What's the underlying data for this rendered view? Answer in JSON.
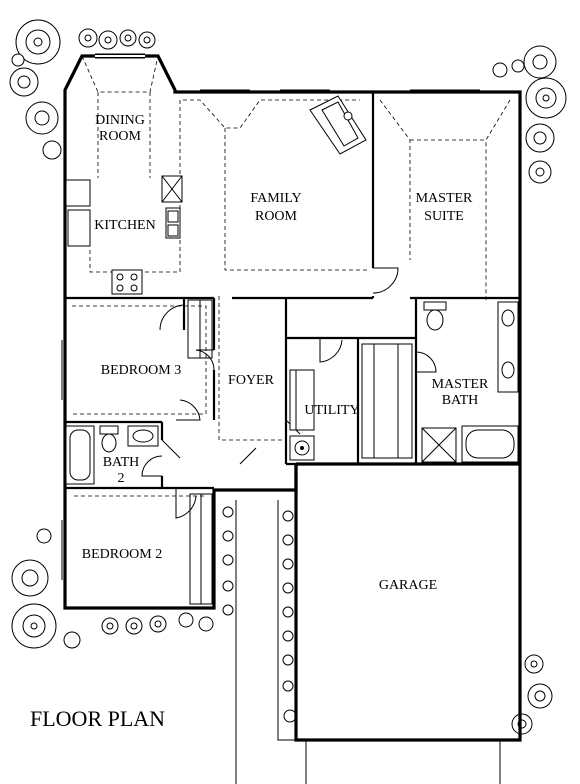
{
  "title": "FLOOR PLAN",
  "rooms": {
    "dining_line1": "DINING",
    "dining_line2": "ROOM",
    "kitchen": "KITCHEN",
    "family_line1": "FAMILY",
    "family_line2": "ROOM",
    "master_line1": "MASTER",
    "master_line2": "SUITE",
    "bedroom3": "BEDROOM 3",
    "foyer": "FOYER",
    "utility": "UTILITY",
    "master_bath_line1": "MASTER",
    "master_bath_line2": "BATH",
    "bath2_line1": "BATH",
    "bath2_line2": "2",
    "bedroom2": "BEDROOM 2",
    "garage": "GARAGE"
  }
}
